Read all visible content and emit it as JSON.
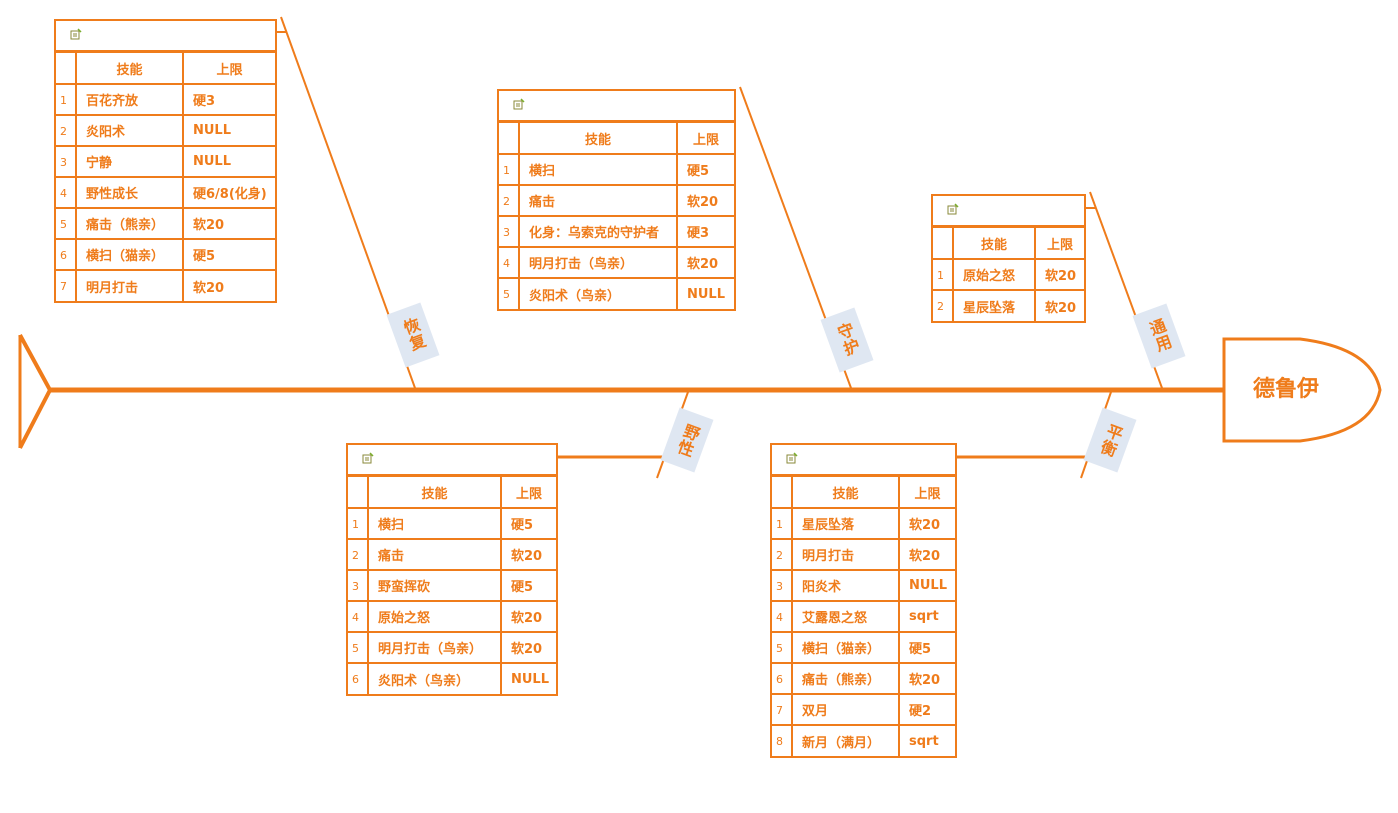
{
  "head": {
    "title": "德鲁伊"
  },
  "colors": {
    "accent": "#ef7c1b",
    "flag_bg": "#dfe7f2"
  },
  "columns": {
    "skill": "技能",
    "limit": "上限"
  },
  "categories": [
    {
      "name": "恢复",
      "rows": [
        {
          "n": "1",
          "skill": "百花齐放",
          "limit": "硬3"
        },
        {
          "n": "2",
          "skill": "炎阳术",
          "limit": "NULL"
        },
        {
          "n": "3",
          "skill": "宁静",
          "limit": "NULL"
        },
        {
          "n": "4",
          "skill": "野性成长",
          "limit": "硬6/8(化身)"
        },
        {
          "n": "5",
          "skill": "痛击（熊亲）",
          "limit": "软20"
        },
        {
          "n": "6",
          "skill": "横扫（猫亲）",
          "limit": "硬5"
        },
        {
          "n": "7",
          "skill": "明月打击",
          "limit": "软20"
        }
      ]
    },
    {
      "name": "守护",
      "rows": [
        {
          "n": "1",
          "skill": "横扫",
          "limit": "硬5"
        },
        {
          "n": "2",
          "skill": "痛击",
          "limit": "软20"
        },
        {
          "n": "3",
          "skill": "化身：乌索克的守护者",
          "limit": "硬3"
        },
        {
          "n": "4",
          "skill": "明月打击（鸟亲）",
          "limit": "软20"
        },
        {
          "n": "5",
          "skill": "炎阳术（鸟亲）",
          "limit": "NULL"
        }
      ]
    },
    {
      "name": "通用",
      "rows": [
        {
          "n": "1",
          "skill": "原始之怒",
          "limit": "软20"
        },
        {
          "n": "2",
          "skill": "星辰坠落",
          "limit": "软20"
        }
      ]
    },
    {
      "name": "野性",
      "rows": [
        {
          "n": "1",
          "skill": "横扫",
          "limit": "硬5"
        },
        {
          "n": "2",
          "skill": "痛击",
          "limit": "软20"
        },
        {
          "n": "3",
          "skill": "野蛮挥砍",
          "limit": "硬5"
        },
        {
          "n": "4",
          "skill": "原始之怒",
          "limit": "软20"
        },
        {
          "n": "5",
          "skill": "明月打击（鸟亲）",
          "limit": "软20"
        },
        {
          "n": "6",
          "skill": "炎阳术（鸟亲）",
          "limit": "NULL"
        }
      ]
    },
    {
      "name": "平衡",
      "rows": [
        {
          "n": "1",
          "skill": "星辰坠落",
          "limit": "软20"
        },
        {
          "n": "2",
          "skill": "明月打击",
          "limit": "软20"
        },
        {
          "n": "3",
          "skill": "阳炎术",
          "limit": "NULL"
        },
        {
          "n": "4",
          "skill": "艾露恩之怒",
          "limit": "sqrt"
        },
        {
          "n": "5",
          "skill": "横扫（猫亲）",
          "limit": "硬5"
        },
        {
          "n": "6",
          "skill": "痛击（熊亲）",
          "limit": "软20"
        },
        {
          "n": "7",
          "skill": "双月",
          "limit": "硬2"
        },
        {
          "n": "8",
          "skill": "新月（满月）",
          "limit": "sqrt"
        }
      ]
    }
  ]
}
